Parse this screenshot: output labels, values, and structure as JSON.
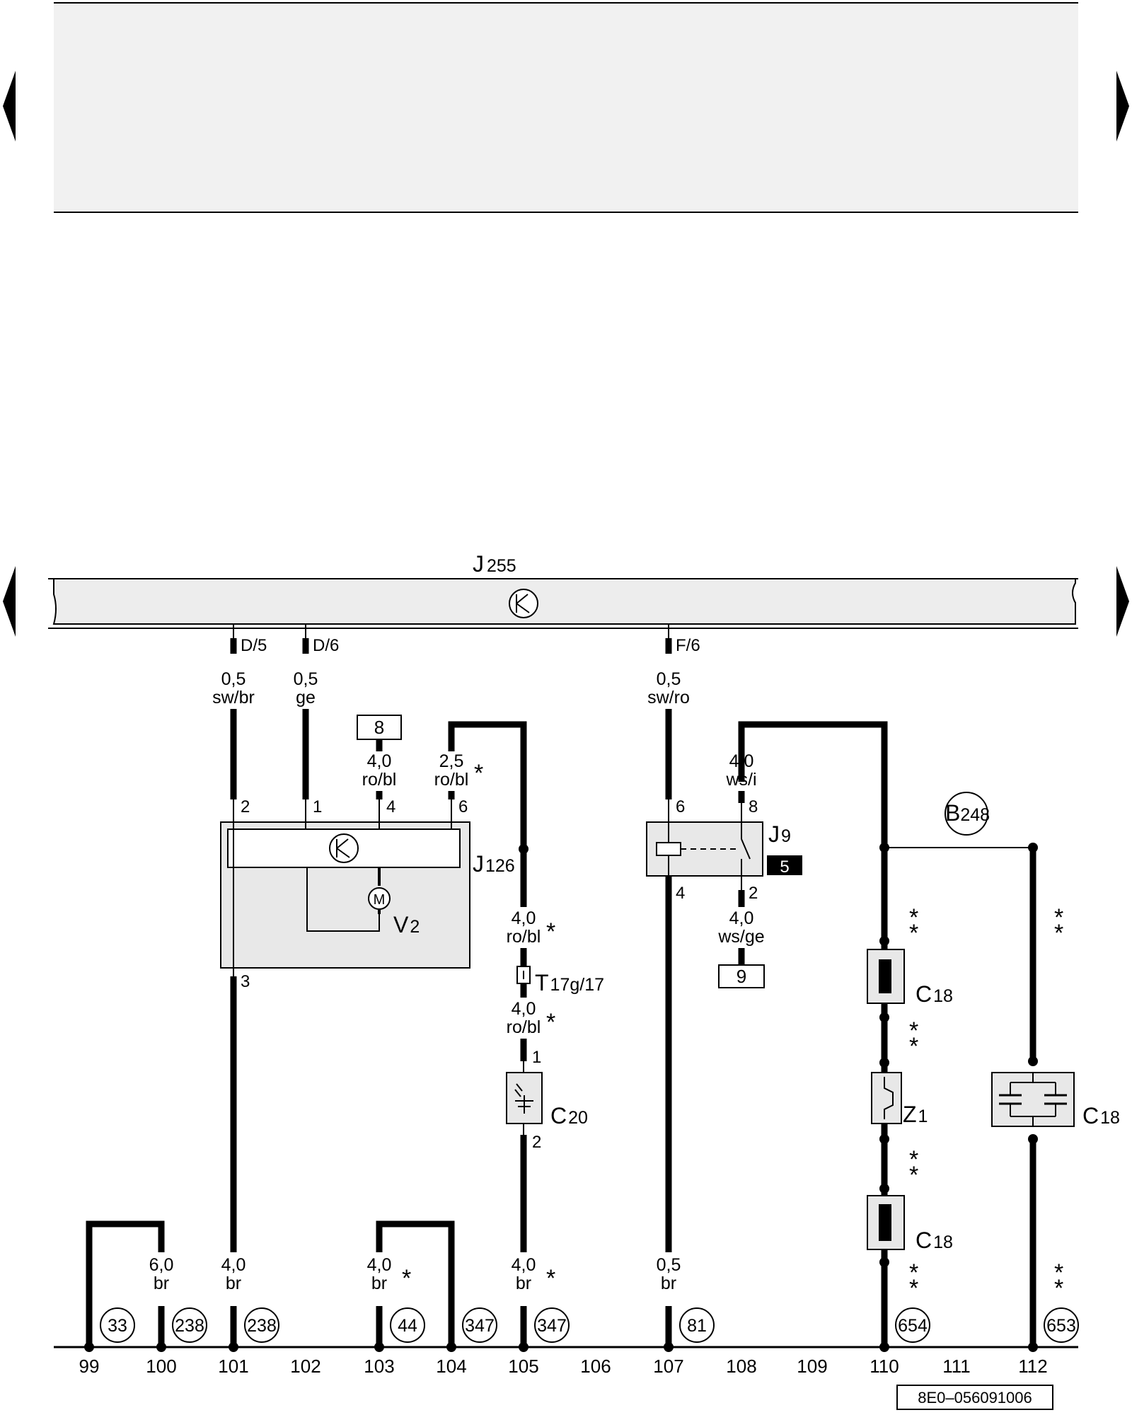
{
  "bus": {
    "prefix": "J",
    "sub": "255"
  },
  "module_J126": {
    "prefix": "J",
    "sub": "126"
  },
  "motor": {
    "symbol": "M",
    "prefix": "V",
    "sub": "2"
  },
  "relay": {
    "prefix": "J",
    "sub": "9",
    "badge": "5"
  },
  "connector": {
    "prefix": "T",
    "sub": "17g/17"
  },
  "sensor": {
    "prefix": "C",
    "sub": "20"
  },
  "b248": {
    "prefix": "B",
    "sub": "248"
  },
  "c18_top": {
    "prefix": "C",
    "sub": "18"
  },
  "c18_bottom": {
    "prefix": "C",
    "sub": "18"
  },
  "c18_cap": {
    "prefix": "C",
    "sub": "18"
  },
  "z1": {
    "prefix": "Z",
    "sub": "1"
  },
  "pins": {
    "d5": "D/5",
    "d6": "D/6",
    "f6": "F/6",
    "j126_2": "2",
    "j126_1": "1",
    "j126_4": "4",
    "j126_6": "6",
    "j126_3": "3",
    "c20_1": "1",
    "c20_2": "2",
    "j9_6": "6",
    "j9_8": "8",
    "j9_4": "4",
    "j9_2": "2"
  },
  "fuse_boxes": {
    "f8": "8",
    "f9": "9"
  },
  "wires": {
    "w101_top": {
      "size": "0,5",
      "color": "sw/br"
    },
    "w102_top": {
      "size": "0,5",
      "color": "ge"
    },
    "w103_f8": {
      "size": "4,0",
      "color": "ro/bl"
    },
    "w104_top": {
      "size": "2,5",
      "color": "ro/bl"
    },
    "w105_mid": {
      "size": "4,0",
      "color": "ro/bl"
    },
    "w105_low": {
      "size": "4,0",
      "color": "ro/bl"
    },
    "w107_top": {
      "size": "0,5",
      "color": "sw/ro"
    },
    "w108_top": {
      "size": "4,0",
      "color": "ws/i"
    },
    "w108_low": {
      "size": "4,0",
      "color": "ws/ge"
    },
    "w100": {
      "size": "6,0",
      "color": "br"
    },
    "w101_bot": {
      "size": "4,0",
      "color": "br"
    },
    "w103_bot": {
      "size": "4,0",
      "color": "br"
    },
    "w105_bot": {
      "size": "4,0",
      "color": "br"
    },
    "w107_bot": {
      "size": "0,5",
      "color": "br"
    }
  },
  "asterisks": {
    "single": "*",
    "double": "*\n*"
  },
  "ground_points": [
    "33",
    "238",
    "238",
    "44",
    "347",
    "347",
    "81",
    "654",
    "653"
  ],
  "tracks": [
    "99",
    "100",
    "101",
    "102",
    "103",
    "104",
    "105",
    "106",
    "107",
    "108",
    "109",
    "110",
    "111",
    "112"
  ],
  "doc_code": "8E0–056091006",
  "colors": {
    "wire": "#000000",
    "component_fill": "#e8e8e8",
    "header_fill": "#f1f1f1",
    "badge_fill": "#000000"
  }
}
